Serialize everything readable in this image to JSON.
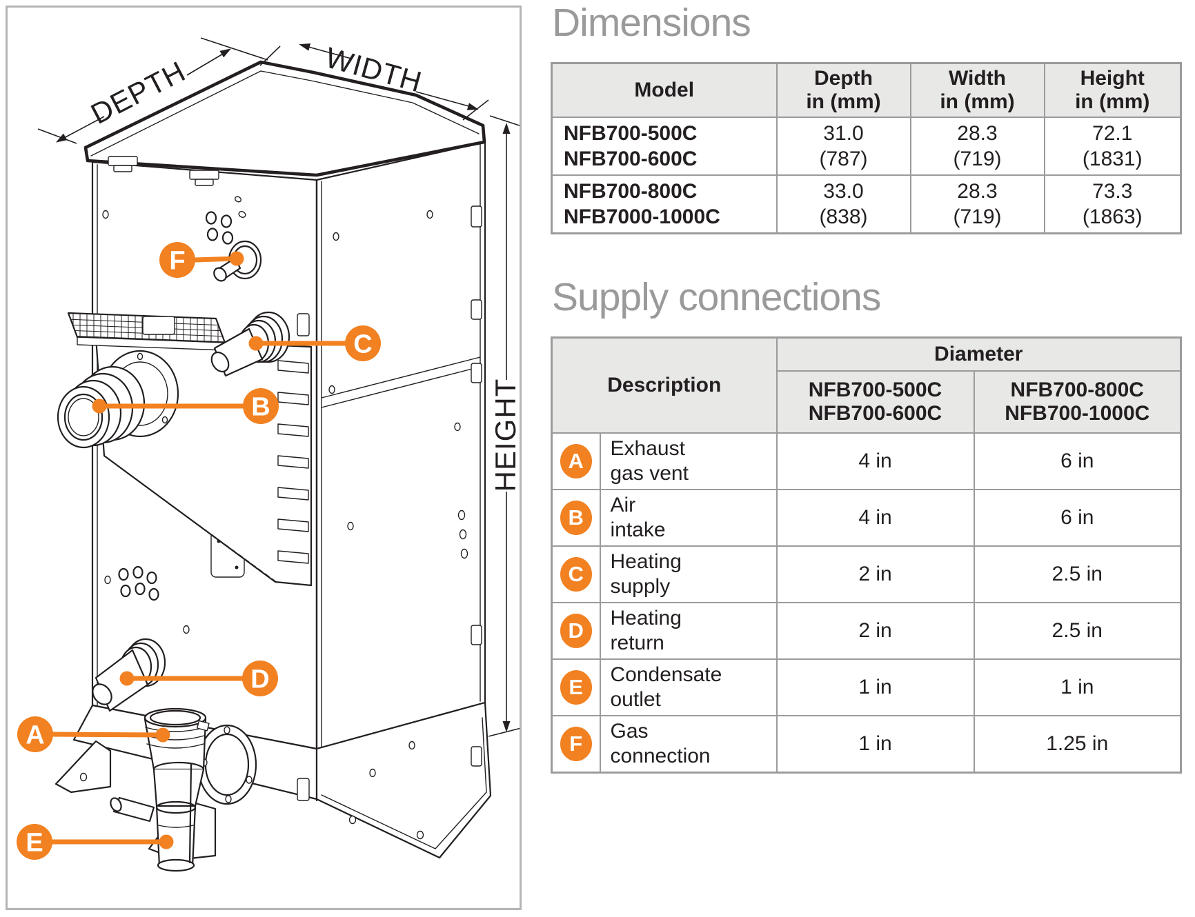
{
  "diagram": {
    "labels": {
      "depth": "DEPTH",
      "width": "WIDTH",
      "height": "HEIGHT"
    },
    "callouts": [
      {
        "letter": "A"
      },
      {
        "letter": "B"
      },
      {
        "letter": "C"
      },
      {
        "letter": "D"
      },
      {
        "letter": "E"
      },
      {
        "letter": "F"
      }
    ]
  },
  "dimensions_section": {
    "title": "Dimensions",
    "columns": {
      "model": "Model",
      "depth_line1": "Depth",
      "depth_line2": "in (mm)",
      "width_line1": "Width",
      "width_line2": "in (mm)",
      "height_line1": "Height",
      "height_line2": "in (mm)"
    },
    "rows": [
      {
        "model_line1": "NFB700-500C",
        "model_line2": "NFB700-600C",
        "depth_in": "31.0",
        "depth_mm": "(787)",
        "width_in": "28.3",
        "width_mm": "(719)",
        "height_in": "72.1",
        "height_mm": "(1831)"
      },
      {
        "model_line1": "NFB700-800C",
        "model_line2": "NFB7000-1000C",
        "depth_in": "33.0",
        "depth_mm": "(838)",
        "width_in": "28.3",
        "width_mm": "(719)",
        "height_in": "73.3",
        "height_mm": "(1863)"
      }
    ]
  },
  "supply_section": {
    "title": "Supply connections",
    "header": {
      "description": "Description",
      "diameter": "Diameter",
      "col1_line1": "NFB700-500C",
      "col1_line2": "NFB700-600C",
      "col2_line1": "NFB700-800C",
      "col2_line2": "NFB700-1000C"
    },
    "rows": [
      {
        "letter": "A",
        "desc_line1": "Exhaust",
        "desc_line2": "gas vent",
        "d1": "4 in",
        "d2": "6 in"
      },
      {
        "letter": "B",
        "desc_line1": "Air",
        "desc_line2": "intake",
        "d1": "4 in",
        "d2": "6 in"
      },
      {
        "letter": "C",
        "desc_line1": "Heating",
        "desc_line2": "supply",
        "d1": "2 in",
        "d2": "2.5 in"
      },
      {
        "letter": "D",
        "desc_line1": "Heating",
        "desc_line2": "return",
        "d1": "2 in",
        "d2": "2.5 in"
      },
      {
        "letter": "E",
        "desc_line1": "Condensate",
        "desc_line2": "outlet",
        "d1": "1 in",
        "d2": "1 in"
      },
      {
        "letter": "F",
        "desc_line1": "Gas",
        "desc_line2": "connection",
        "d1": "1 in",
        "d2": "1.25 in"
      }
    ]
  },
  "colors": {
    "accent_orange": "#F28121",
    "title_gray": "#9A9A9A",
    "table_border_gray": "#9B9B9B",
    "table_header_fill": "#E8E8E7",
    "line_art": "#231F20",
    "panel_border": "#B5B5B5"
  }
}
